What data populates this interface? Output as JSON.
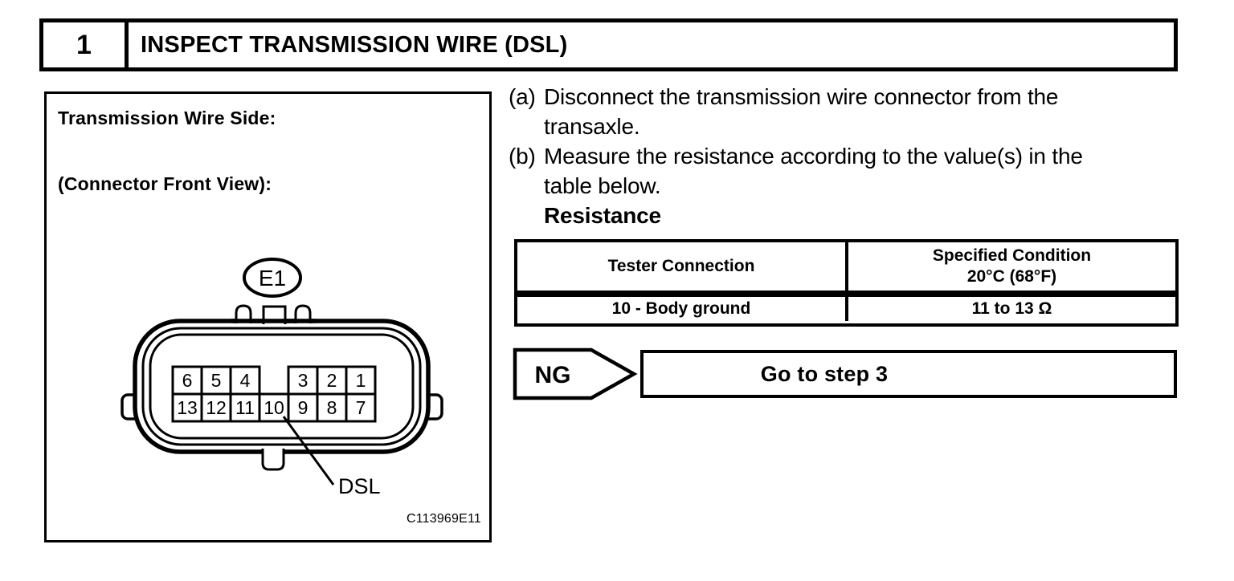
{
  "colors": {
    "ink": "#000000",
    "paper": "#ffffff"
  },
  "header": {
    "step_number": "1",
    "title": "INSPECT TRANSMISSION WIRE (DSL)"
  },
  "figure": {
    "caption_line1": "Transmission Wire Side:",
    "caption_line2": "(Connector Front View):",
    "connector_label": "E1",
    "pins_top": [
      "6",
      "5",
      "4",
      "3",
      "2",
      "1"
    ],
    "pins_bottom": [
      "13",
      "12",
      "11",
      "10",
      "9",
      "8",
      "7"
    ],
    "signal_label": "DSL",
    "code": "C113969E11"
  },
  "main": {
    "steps": [
      {
        "label": "(a)",
        "lines": [
          "Disconnect the transmission wire connector from the",
          "transaxle."
        ]
      },
      {
        "label": "(b)",
        "lines": [
          "Measure the resistance according to the value(s) in the",
          "table below."
        ]
      }
    ],
    "table_heading": "Resistance",
    "table": {
      "col1_header": "Tester Connection",
      "col2_header_line1": "Specified Condition",
      "col2_header_line2": "20°C (68°F)",
      "rows": [
        {
          "tester_connection": "10 - Body ground",
          "specified_condition": "11 to 13 Ω"
        }
      ]
    }
  },
  "decision": {
    "label": "NG",
    "action": "Go to step 3"
  }
}
